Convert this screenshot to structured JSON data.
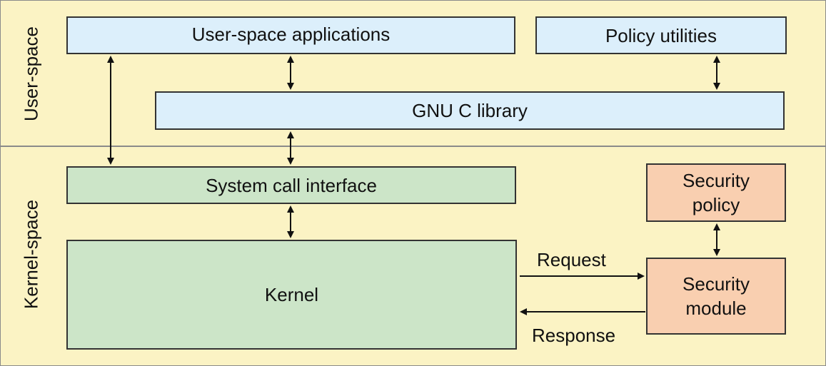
{
  "zones": {
    "user_space": "User-space",
    "kernel_space": "Kernel-space"
  },
  "nodes": {
    "user_apps": "User-space applications",
    "policy_utils": "Policy utilities",
    "glibc": "GNU C library",
    "syscall": "System call interface",
    "kernel": "Kernel",
    "security_policy_line1": "Security",
    "security_policy_line2": "policy",
    "security_module_line1": "Security",
    "security_module_line2": "module"
  },
  "edges": {
    "request": "Request",
    "response": "Response"
  },
  "colors": {
    "background": "#fbf3c4",
    "user_box": "#dceffb",
    "kernel_box": "#cce5c8",
    "security_box": "#f9cfb0"
  }
}
